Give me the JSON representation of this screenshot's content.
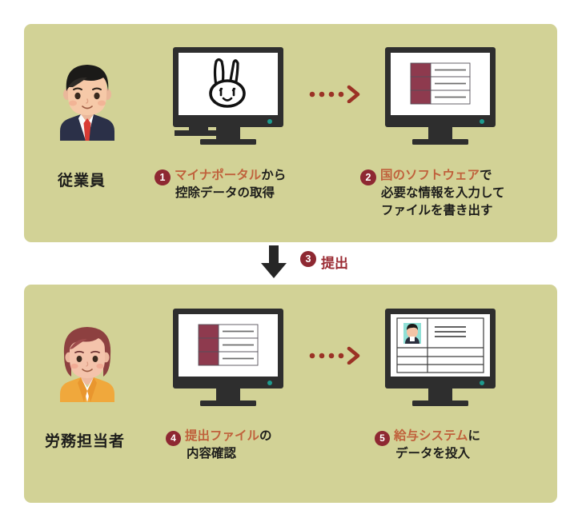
{
  "theme": {
    "panel_bg": "#d2d296",
    "page_bg": "#ffffff",
    "badge_bg": "#8e2832",
    "highlight_text": "#c0613c",
    "body_text": "#1d1d1b",
    "arrow_color": "#9b3225",
    "monitor_frame": "#2e2e2e",
    "table_accent": "#8e3a4e",
    "led_color": "#1f9b8e"
  },
  "panels": {
    "top": {
      "name": "employee-flow-panel"
    },
    "bottom": {
      "name": "hr-flow-panel"
    }
  },
  "roles": {
    "employee": {
      "label": "従業員",
      "avatar": "male-office-worker-avatar"
    },
    "hr": {
      "label": "労務担当者",
      "avatar": "female-office-worker-avatar"
    }
  },
  "submit": {
    "number": "3",
    "label": "提出",
    "arrow": "down-arrow-icon"
  },
  "steps": [
    {
      "number": "1",
      "highlight": "マイナポータル",
      "tail": "から",
      "line2": "控除データの取得",
      "screen": "rabbit-mascot-screen",
      "monitor_name": "monitor-mynaportal"
    },
    {
      "number": "2",
      "highlight": "国のソフトウェア",
      "tail": "で",
      "line2": "必要な情報を入力して",
      "line3": "ファイルを書き出す",
      "screen": "data-table-screen",
      "monitor_name": "monitor-government-software"
    },
    {
      "number": "4",
      "highlight": "提出ファイル",
      "tail": "の",
      "line2": "内容確認",
      "screen": "data-table-screen",
      "monitor_name": "monitor-file-review"
    },
    {
      "number": "5",
      "highlight": "給与システム",
      "tail": "に",
      "line2": "データを投入",
      "screen": "employee-record-screen",
      "monitor_name": "monitor-payroll-system"
    }
  ],
  "connectors": [
    {
      "name": "dotted-arrow-step1-to-step2",
      "dots": 4
    },
    {
      "name": "dotted-arrow-step4-to-step5",
      "dots": 4
    }
  ]
}
